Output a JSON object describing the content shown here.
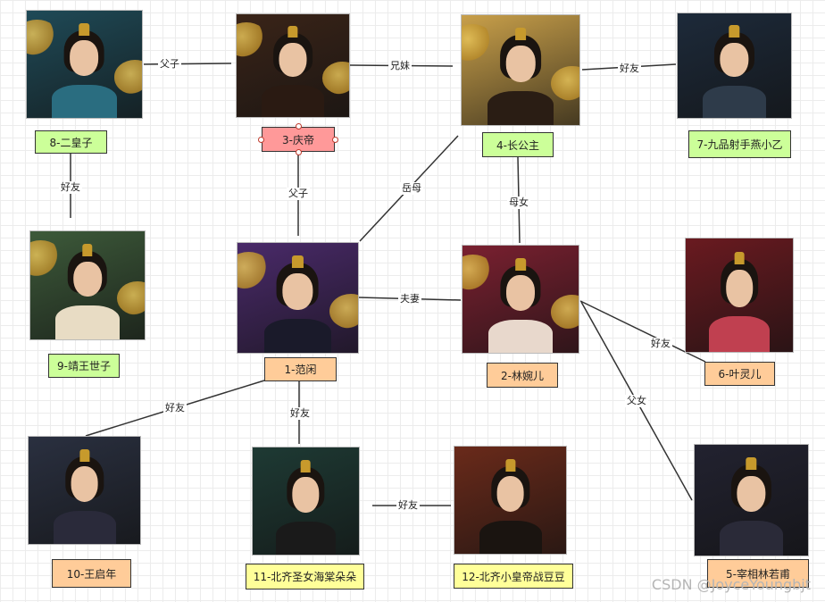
{
  "nodes": [
    {
      "id": "n8",
      "label": "8-二皇子",
      "fill": "green"
    },
    {
      "id": "n3",
      "label": "3-庆帝",
      "fill": "pink"
    },
    {
      "id": "n4",
      "label": "4-长公主",
      "fill": "green"
    },
    {
      "id": "n7",
      "label": "7-九品射手燕小乙",
      "fill": "green"
    },
    {
      "id": "n9",
      "label": "9-靖王世子",
      "fill": "green"
    },
    {
      "id": "n1",
      "label": "1-范闲",
      "fill": "orange"
    },
    {
      "id": "n2",
      "label": "2-林婉儿",
      "fill": "orange"
    },
    {
      "id": "n6",
      "label": "6-叶灵儿",
      "fill": "orange"
    },
    {
      "id": "n10",
      "label": "10-王启年",
      "fill": "orange"
    },
    {
      "id": "n11",
      "label": "11-北齐圣女海棠朵朵",
      "fill": "yellow"
    },
    {
      "id": "n12",
      "label": "12-北齐小皇帝战豆豆",
      "fill": "yellow"
    },
    {
      "id": "n5",
      "label": "5-宰相林若甫",
      "fill": "orange"
    }
  ],
  "edges": [
    {
      "from": "n8",
      "to": "n3",
      "label": "父子"
    },
    {
      "from": "n3",
      "to": "n4",
      "label": "兄妹"
    },
    {
      "from": "n4",
      "to": "n7",
      "label": "好友"
    },
    {
      "from": "n8",
      "to": "n9",
      "label": "好友"
    },
    {
      "from": "n3",
      "to": "n1",
      "label": "父子"
    },
    {
      "from": "n4",
      "to": "n1",
      "label": "岳母"
    },
    {
      "from": "n4",
      "to": "n2",
      "label": "母女"
    },
    {
      "from": "n1",
      "to": "n2",
      "label": "夫妻"
    },
    {
      "from": "n2",
      "to": "n6",
      "label": "好友"
    },
    {
      "from": "n2",
      "to": "n5",
      "label": "父女"
    },
    {
      "from": "n1",
      "to": "n10",
      "label": "好友"
    },
    {
      "from": "n1",
      "to": "n11",
      "label": "好友"
    },
    {
      "from": "n11",
      "to": "n12",
      "label": "好友"
    }
  ],
  "watermark": "CSDN @JoyceYoungbjt"
}
